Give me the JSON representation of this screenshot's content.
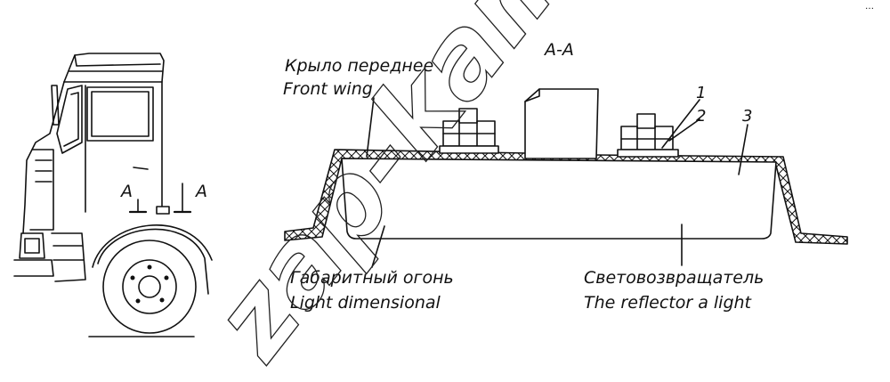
{
  "section_label": "A-A",
  "cab_section_marks": [
    "A",
    "A"
  ],
  "labels": {
    "front_wing_ru": "Крыло переднее",
    "front_wing_en": "Front wing",
    "light_dimensional_ru": "Габаритный огонь",
    "light_dimensional_en": "Light dimensional",
    "reflector_ru": "Световозвращатель",
    "reflector_en": "The reflector a light"
  },
  "callouts": [
    "1",
    "2",
    "3"
  ],
  "watermark": "zap-kam.ru",
  "corner_mark": "…"
}
